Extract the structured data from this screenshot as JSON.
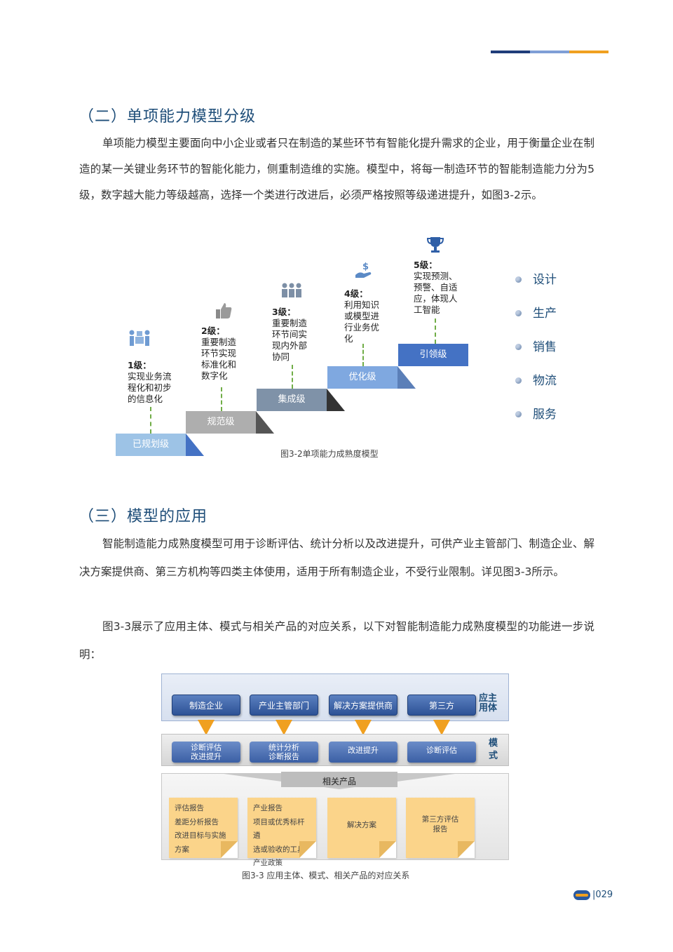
{
  "section2": {
    "title": "（二）单项能力模型分级",
    "paragraph": "单项能力模型主要面向中小企业或者只在制造的某些环节有智能化提升需求的企业，用于衡量企业在制造的某一关键业务环节的智能化能力，侧重制造维的实施。模型中，将每一制造环节的智能制造能力分为5级，数字越大能力等级越高，选择一个类进行改进后，必须严格按照等级递进提升，如图3-2示。"
  },
  "figure1": {
    "steps": [
      "已规划级",
      "规范级",
      "集成级",
      "优化级",
      "引领级"
    ],
    "levels": [
      {
        "title": "1级：",
        "desc": [
          "实现业务流",
          "程化和初步",
          "的信息化"
        ],
        "icon": "people-box-icon"
      },
      {
        "title": "2级：",
        "desc": [
          "重要制造",
          "环节实现",
          "标准化和",
          "数字化"
        ],
        "icon": "thumbs-up-icon"
      },
      {
        "title": "3级：",
        "desc": [
          "重要制造",
          "环节间实",
          "现内外部",
          "协同"
        ],
        "icon": "group-icon"
      },
      {
        "title": "4级：",
        "desc": [
          "利用知识",
          "或模型进",
          "行业务优",
          "化"
        ],
        "icon": "money-hand-icon"
      },
      {
        "title": "5级：",
        "desc": [
          "实现预测、",
          "预警、自适",
          "应，体现人",
          "工智能"
        ],
        "icon": "trophy-icon"
      }
    ],
    "bullets": [
      "设计",
      "生产",
      "销售",
      "物流",
      "服务"
    ],
    "caption": "图3-2单项能力成熟度模型"
  },
  "section3": {
    "title": "（三）模型的应用",
    "paragraph1": "智能制造能力成熟度模型可用于诊断评估、统计分析以及改进提升，可供产业主管部门、制造企业、解决方案提供商、第三方机构等四类主体使用，适用于所有制造企业，不受行业限制。详见图3-3所示。",
    "paragraph2": "图3-3展示了应用主体、模式与相关产品的对应关系，以下对智能制造能力成熟度模型的功能进一步说明："
  },
  "figure2": {
    "subjects": [
      "制造企业",
      "产业主管部门",
      "解决方案提供商",
      "第三方"
    ],
    "subjects_label": [
      "应主",
      "用体"
    ],
    "modes": [
      [
        "诊断评估",
        "改进提升"
      ],
      [
        "统计分析",
        "诊断报告"
      ],
      [
        "改进提升"
      ],
      [
        "诊断评估"
      ]
    ],
    "modes_label": [
      "模",
      "式"
    ],
    "products_label": "相关产品",
    "products": [
      [
        "评估报告",
        "差距分析报告",
        "改进目标与实施",
        "方案"
      ],
      [
        "产业报告",
        "项目或优秀标杆遴",
        "选或验收的工具",
        "产业政策"
      ],
      [
        "解决方案"
      ],
      [
        "第三方评估",
        "报告"
      ]
    ],
    "caption": "图3-3 应用主体、模式、相关产品的对应关系"
  },
  "footer": {
    "page_number": "|029"
  },
  "colors": {
    "heading": "#1f4e79",
    "accent_blue": "#4472c4",
    "accent_orange": "#f0a020",
    "dashed_green": "#70ad47"
  }
}
